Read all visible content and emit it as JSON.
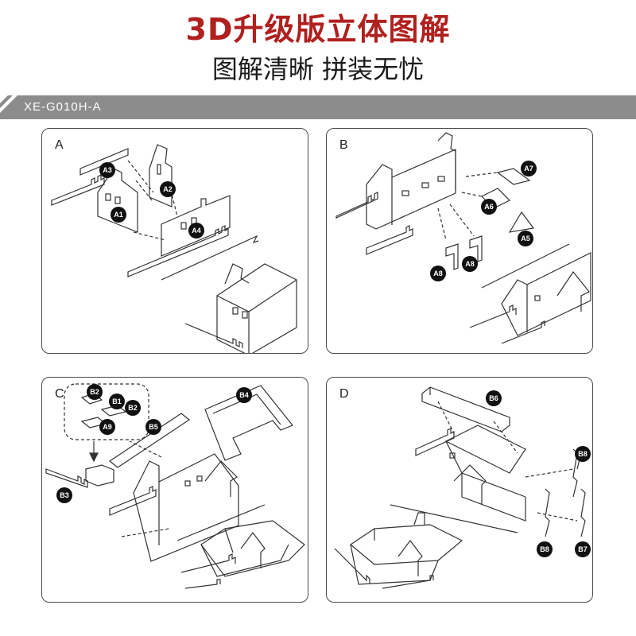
{
  "header": {
    "title": "3D升级版立体图解",
    "subtitle": "图解清晰 拼装无忧",
    "model_code": "XE-G010H-A"
  },
  "colors": {
    "title_red": "#b0201e",
    "bar_gray": "#8c8c8c",
    "panel_border": "#4a4a4a"
  },
  "panels": {
    "a": {
      "label": "A",
      "parts": [
        "A3",
        "A2",
        "A1",
        "A4"
      ]
    },
    "b": {
      "label": "B",
      "parts": [
        "A7",
        "A6",
        "A5",
        "A8",
        "A8"
      ]
    },
    "c": {
      "label": "C",
      "parts": [
        "B2",
        "B1",
        "B2",
        "A9",
        "B4",
        "B5",
        "B3"
      ]
    },
    "d": {
      "label": "D",
      "parts": [
        "B6",
        "B8",
        "B8",
        "B7"
      ]
    }
  }
}
